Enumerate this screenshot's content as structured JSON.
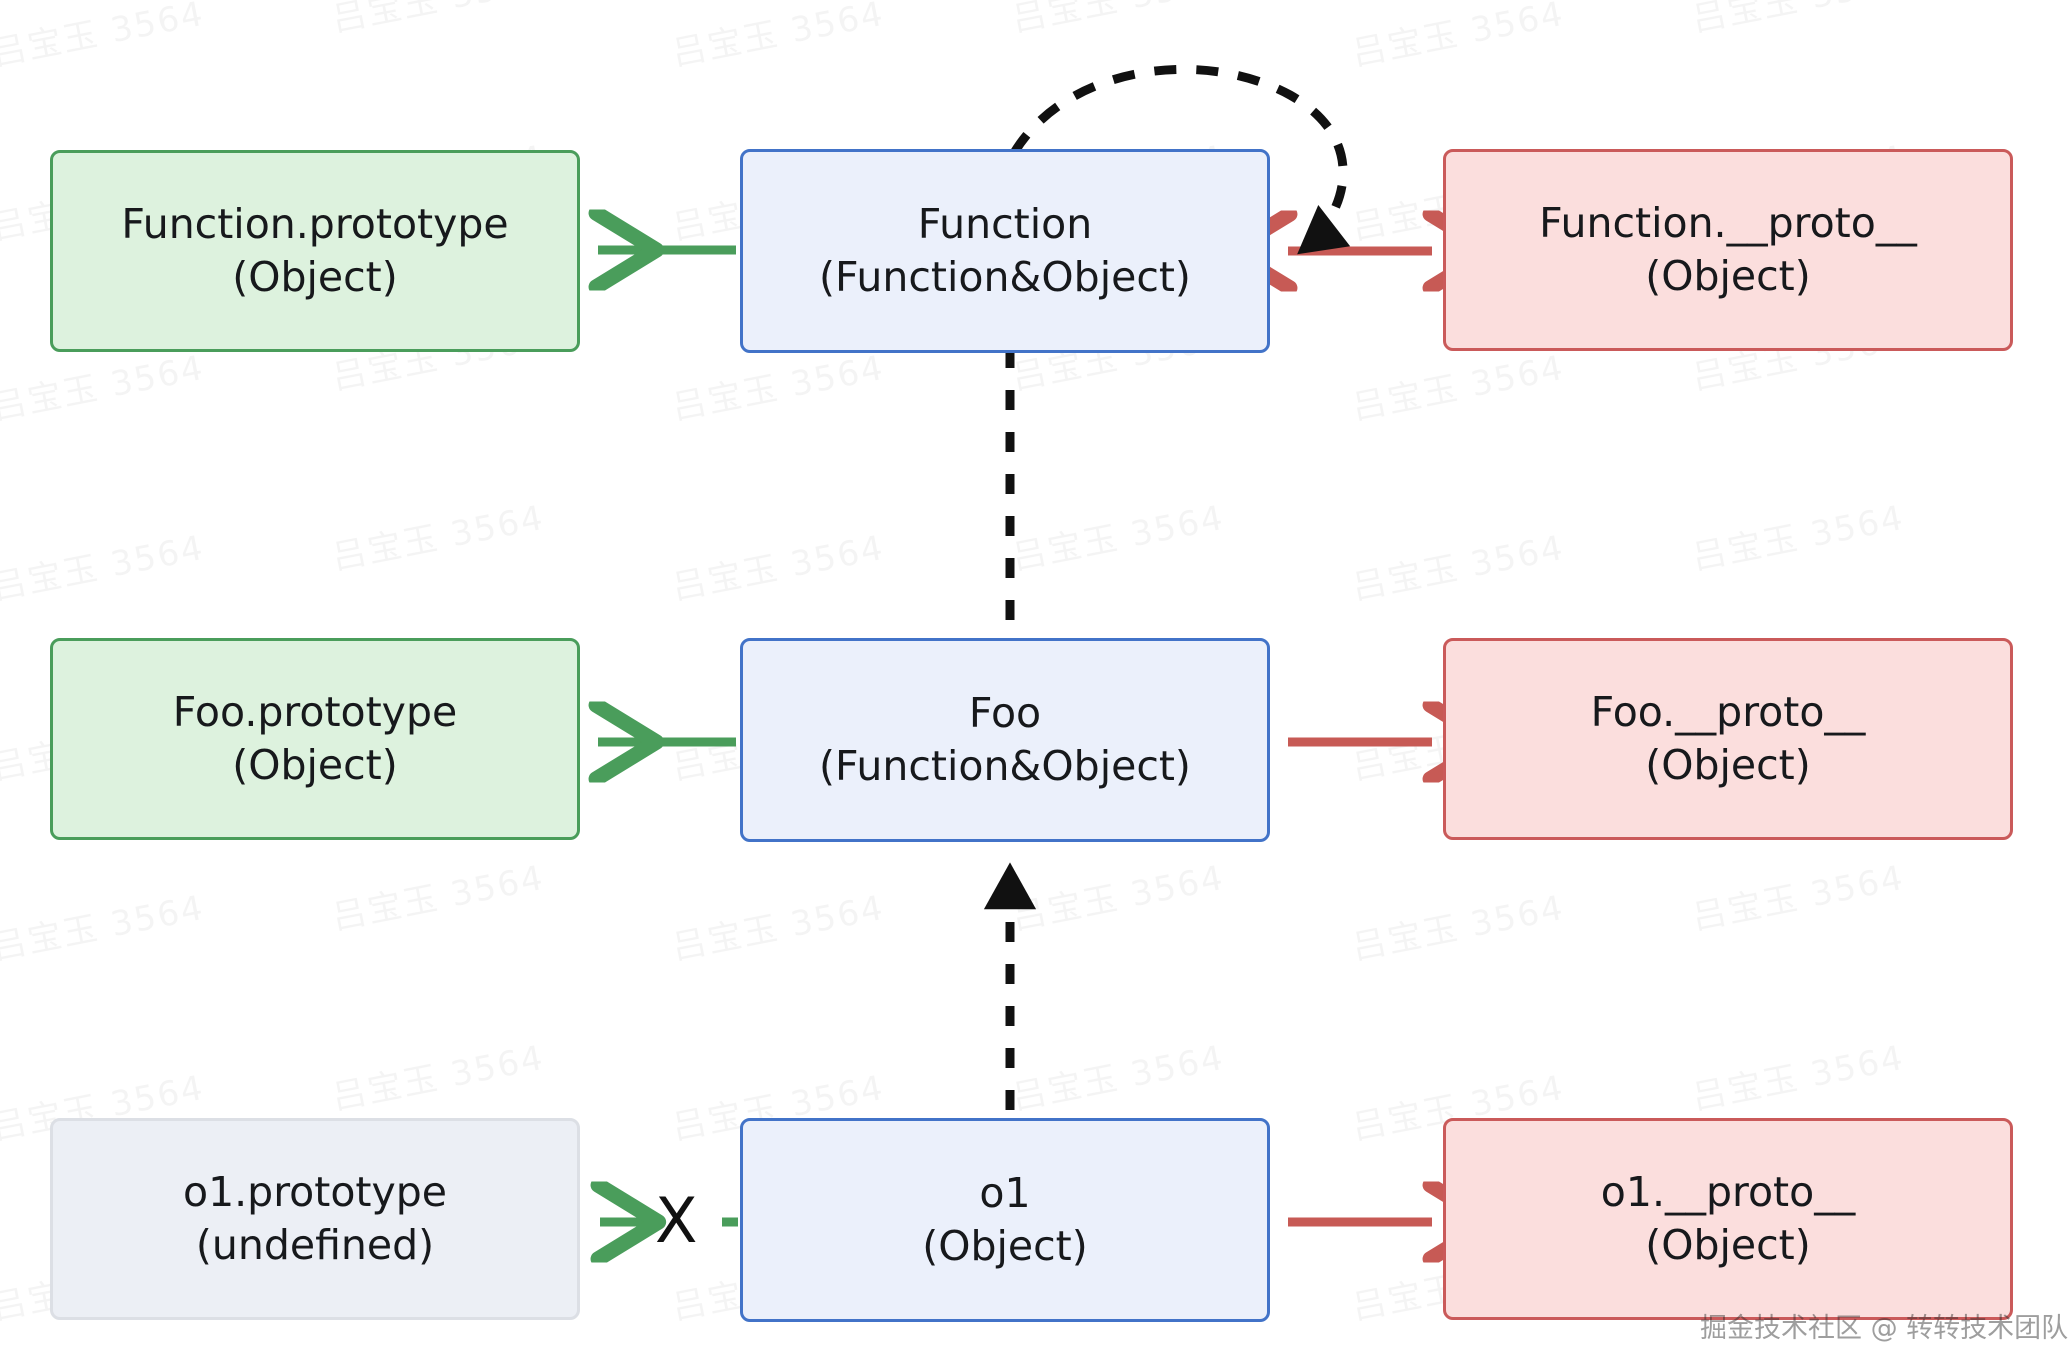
{
  "diagram": {
    "title": "JavaScript prototype chain diagram",
    "colors": {
      "green_fill": "#ddf2de",
      "green_border": "#4a9d5b",
      "blue_fill": "#ebf0fb",
      "blue_border": "#4273c8",
      "red_fill": "#fbdedd",
      "red_border": "#ca5a5a",
      "grey_fill": "#eceff5",
      "grey_border": "#dcdfe5",
      "dashed_arrow": "#111111",
      "background": "#ffffff"
    },
    "rows": [
      {
        "id": "row-function",
        "left": {
          "line1": "Function.prototype",
          "line2": "(Object)"
        },
        "center": {
          "line1": "Function",
          "line2": "(Function&Object)"
        },
        "right": {
          "line1": "Function.__proto__",
          "line2": "(Object)"
        }
      },
      {
        "id": "row-foo",
        "left": {
          "line1": "Foo.prototype",
          "line2": "(Object)"
        },
        "center": {
          "line1": "Foo",
          "line2": "(Function&Object)"
        },
        "right": {
          "line1": "Foo.__proto__",
          "line2": "(Object)"
        }
      },
      {
        "id": "row-o1",
        "left": {
          "line1": "o1.prototype",
          "line2": "(undefined)"
        },
        "center": {
          "line1": "o1",
          "line2": "(Object)"
        },
        "right": {
          "line1": "o1.__proto__",
          "line2": "(Object)"
        }
      }
    ],
    "markers": {
      "blocked_x": "X"
    },
    "watermark": {
      "text": "吕宝玉 3564"
    },
    "credit": {
      "text": "掘金技术社区 @ 转转技术团队"
    }
  }
}
